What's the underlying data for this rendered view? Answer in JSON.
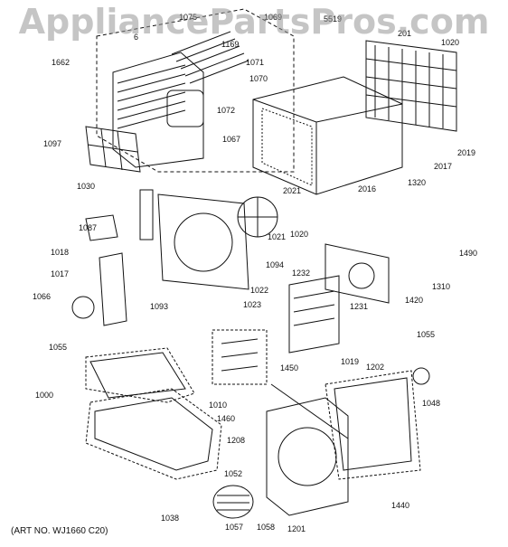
{
  "watermark": "AppliancePartsPros.com",
  "art_number": "(ART NO. WJ1660 C20)",
  "colors": {
    "line": "#111111",
    "watermark": "#9a9a9a"
  },
  "parts": [
    "1075",
    "1069",
    "1169",
    "6",
    "1662",
    "1071",
    "1070",
    "1072",
    "1067",
    "1097",
    "5519",
    "201",
    "1020",
    "2019",
    "2017",
    "2021",
    "2016",
    "1030",
    "1087",
    "1021",
    "1020",
    "1320",
    "1490",
    "1018",
    "1094",
    "1017",
    "1022",
    "1310",
    "1420",
    "1232",
    "1066",
    "1023",
    "1231",
    "1093",
    "1055",
    "1055",
    "1000",
    "1019",
    "1202",
    "1450",
    "1048",
    "1010",
    "1460",
    "1208",
    "1052",
    "1440",
    "1038",
    "1057",
    "1058",
    "1201"
  ]
}
